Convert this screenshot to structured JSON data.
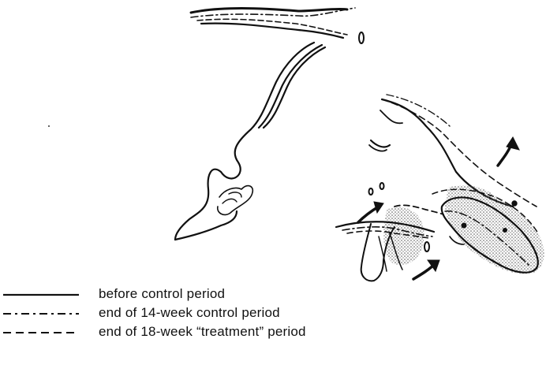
{
  "legend": {
    "items": [
      {
        "label": "before control period",
        "line_style": "solid"
      },
      {
        "label": "end of 14-week control period",
        "line_style": "dash-dot"
      },
      {
        "label": "end of 18-week “treatment” period",
        "line_style": "dashed"
      }
    ]
  },
  "colors": {
    "ink": "#111111",
    "stipple": "#9a9a9a",
    "background": "#ffffff"
  }
}
